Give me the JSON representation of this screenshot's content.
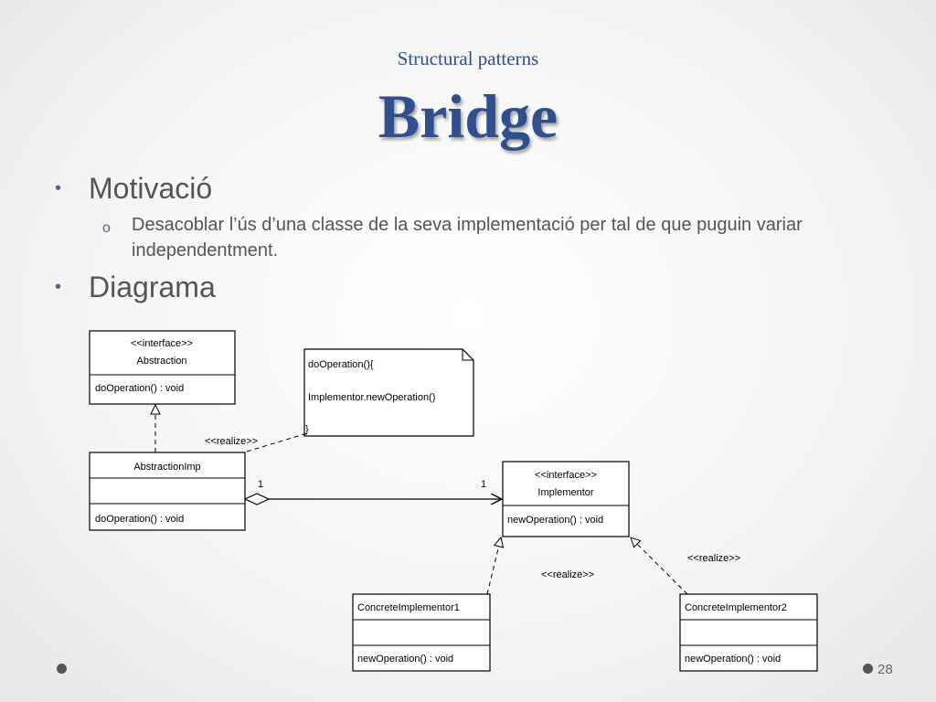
{
  "slide": {
    "subtitle": "Structural patterns",
    "title": "Bridge",
    "bullets": [
      {
        "label": "Motivació"
      },
      {
        "label": "Diagrama"
      }
    ],
    "subbullet_marker": "o",
    "subbullet": "Desacoblar l’ús d’una classe de la seva implementació per tal de que puguin variar independentment.",
    "page_number": "28"
  },
  "diagram": {
    "classes": {
      "abstraction": {
        "stereotype": "<<interface>>",
        "name": "Abstraction",
        "method": "doOperation() : void"
      },
      "abstraction_imp": {
        "name": "AbstractionImp",
        "method": "doOperation() : void"
      },
      "implementor": {
        "stereotype": "<<interface>>",
        "name": "Implementor",
        "method": "newOperation() : void"
      },
      "concrete1": {
        "name": "ConcreteImplementor1",
        "method": "newOperation() : void"
      },
      "concrete2": {
        "name": "ConcreteImplementor2",
        "method": "newOperation() : void"
      }
    },
    "note": {
      "line1": "doOperation(){",
      "line2": "Implementor.newOperation()",
      "line3": "}"
    },
    "labels": {
      "realize_note": "<<realize>>",
      "realize_c1": "<<realize>>",
      "realize_c2": "<<realize>>",
      "mult_left": "1",
      "mult_right": "1"
    }
  }
}
